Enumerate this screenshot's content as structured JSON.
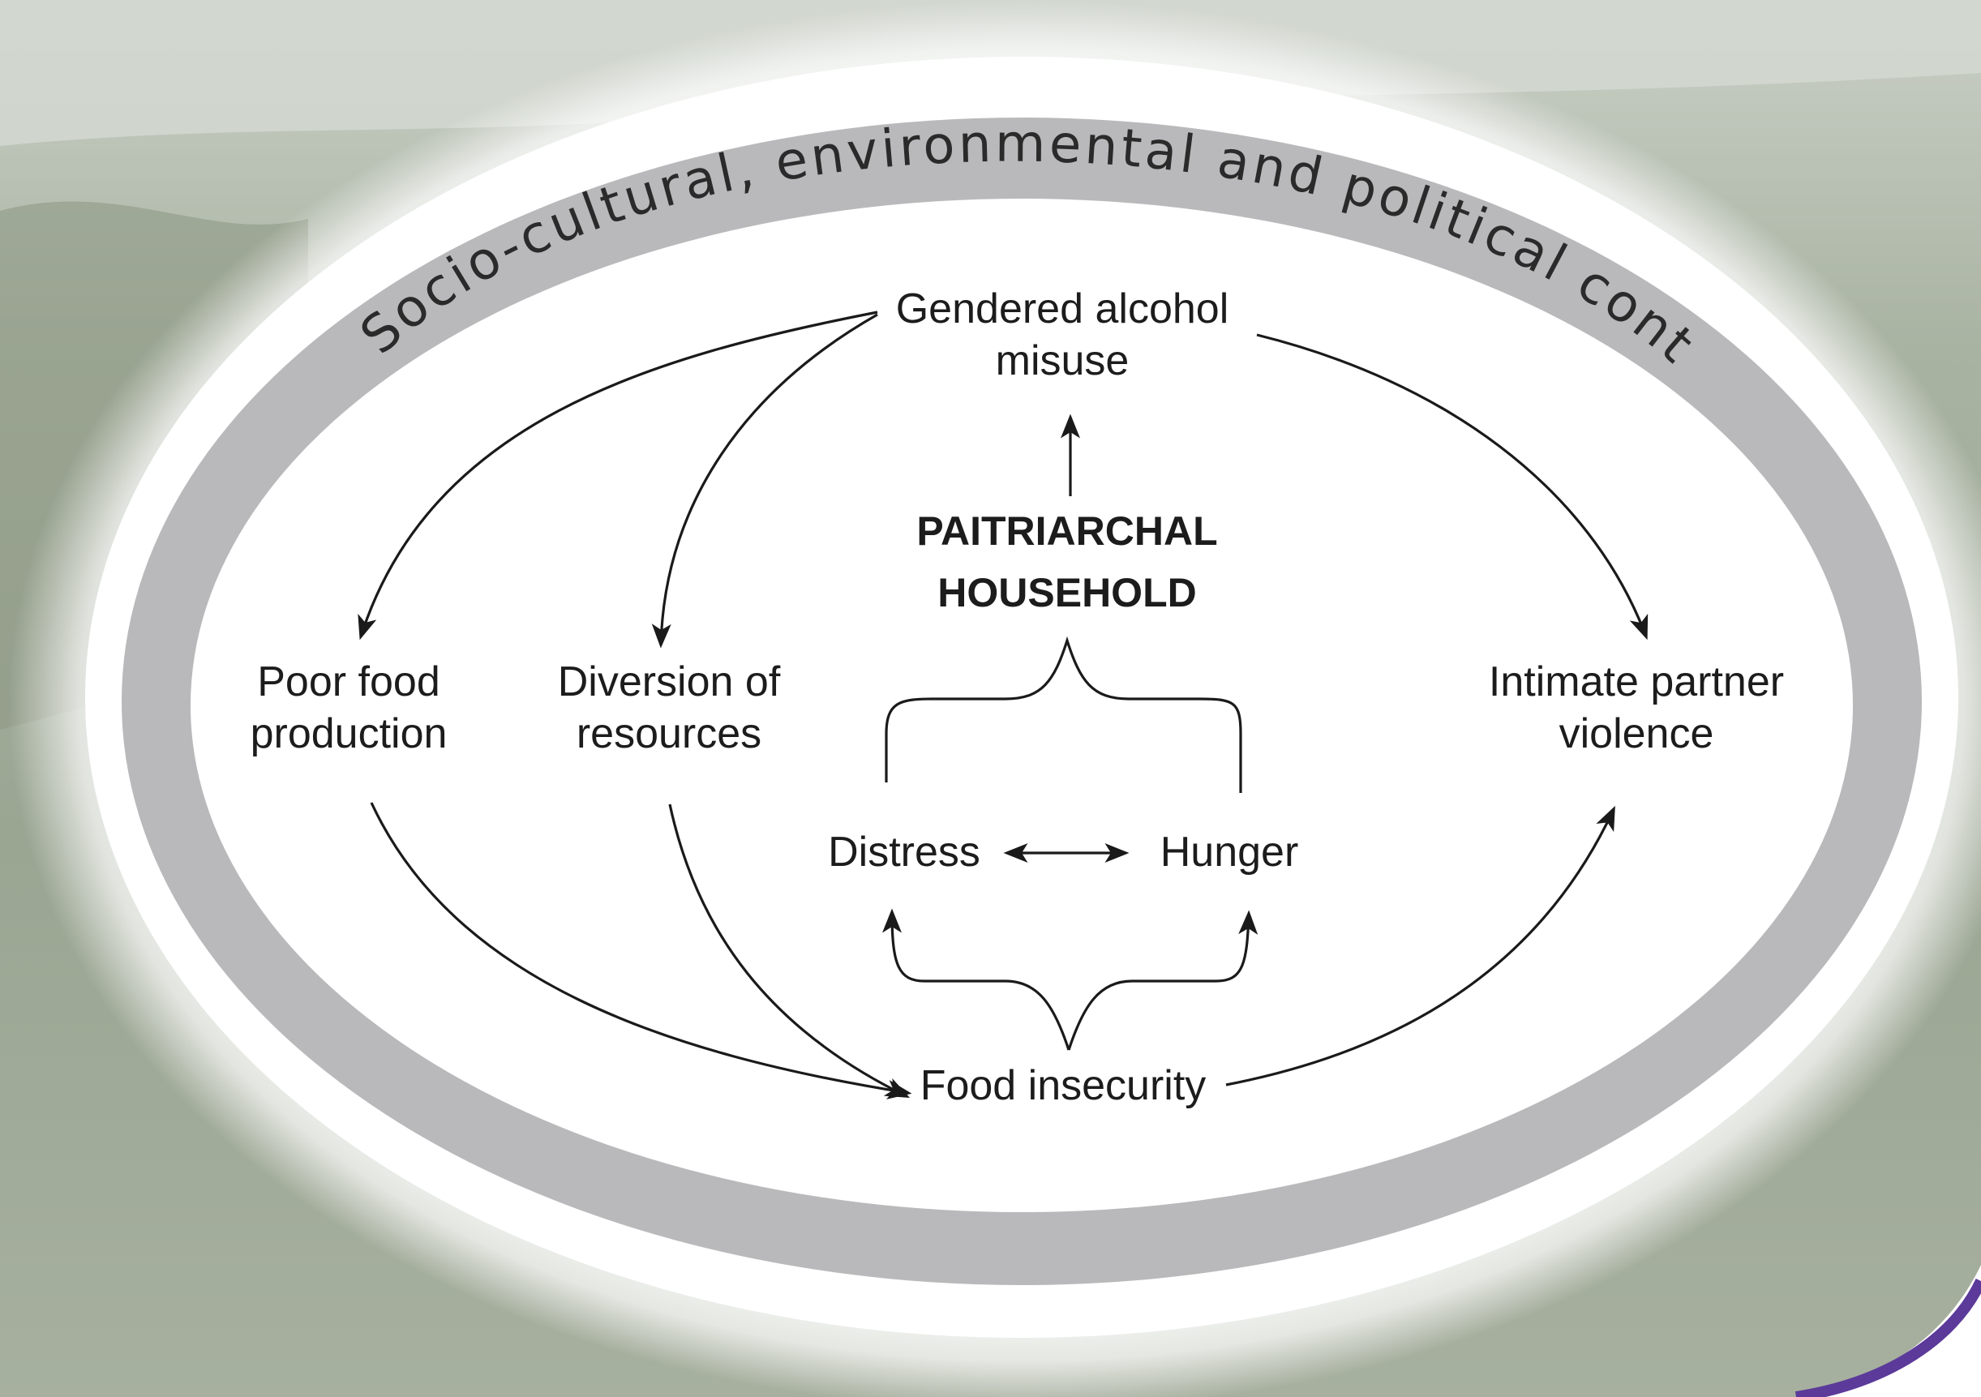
{
  "context": {
    "label": "Socio-cultural, environmental and political context"
  },
  "nodes": {
    "alcohol": {
      "line1": "Gendered alcohol",
      "line2": "misuse"
    },
    "household": {
      "line1": "PAITRIARCHAL",
      "line2": "HOUSEHOLD"
    },
    "poor_food": {
      "line1": "Poor food",
      "line2": "production"
    },
    "diversion": {
      "line1": "Diversion of",
      "line2": "resources"
    },
    "ipv": {
      "line1": "Intimate partner",
      "line2": "violence"
    },
    "distress": {
      "label": "Distress"
    },
    "hunger": {
      "label": "Hunger"
    },
    "food_insecurity": {
      "label": "Food insecurity"
    }
  },
  "colors": {
    "ring": "#b9b9bb",
    "inner": "#ffffff",
    "text": "#1c1c1c",
    "purple_accent": "#5b3a9a"
  }
}
